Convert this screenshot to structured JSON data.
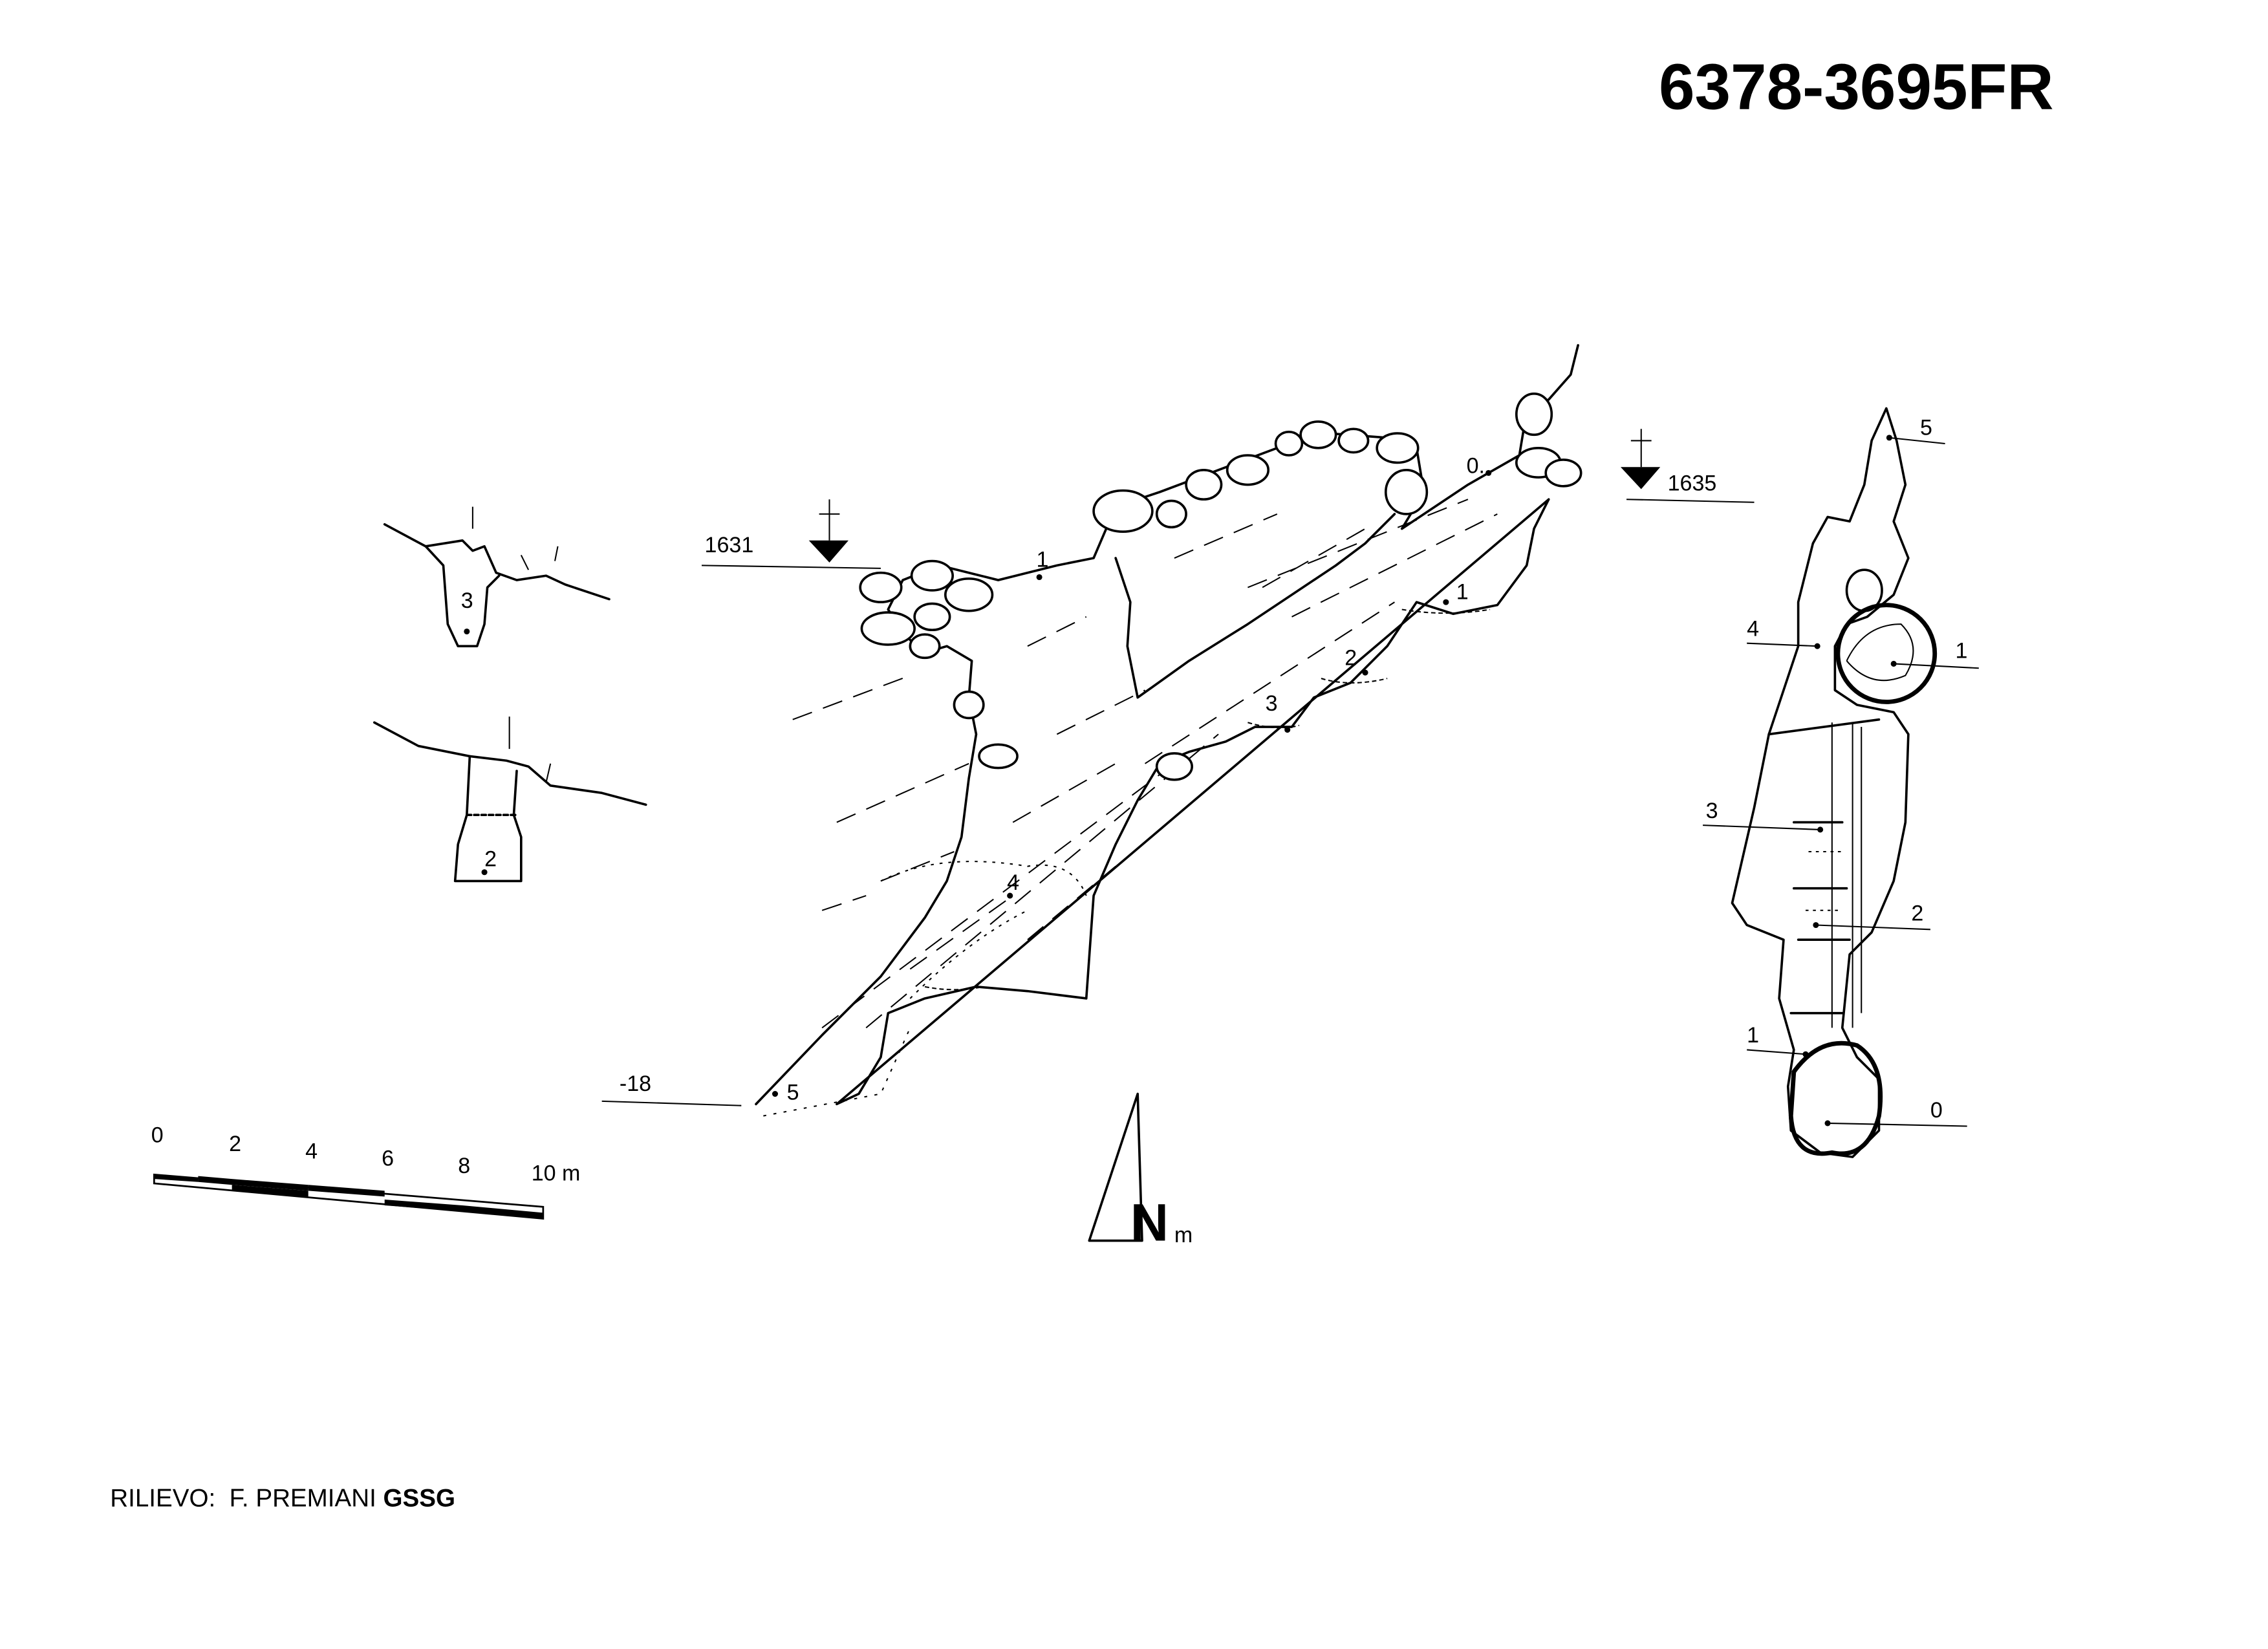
{
  "title": "6378-3695FR",
  "credit": {
    "label": "RILIEVO:  F. PREMIANI ",
    "group": "GSSG"
  },
  "elevations": {
    "left": "1631",
    "right": "1635",
    "depth": "-18"
  },
  "plan_stations": [
    "0.",
    "1",
    "1",
    "2",
    "3",
    "4",
    "5"
  ],
  "sections": [
    "3",
    "2"
  ],
  "profile_stations": [
    "5",
    "4",
    "1",
    "3",
    "2",
    "1",
    "0"
  ],
  "scale_bar": {
    "ticks": [
      "0",
      "2",
      "4",
      "6",
      "8"
    ],
    "end_label": "10 m"
  },
  "north": {
    "letter": "N",
    "sub": "m"
  }
}
